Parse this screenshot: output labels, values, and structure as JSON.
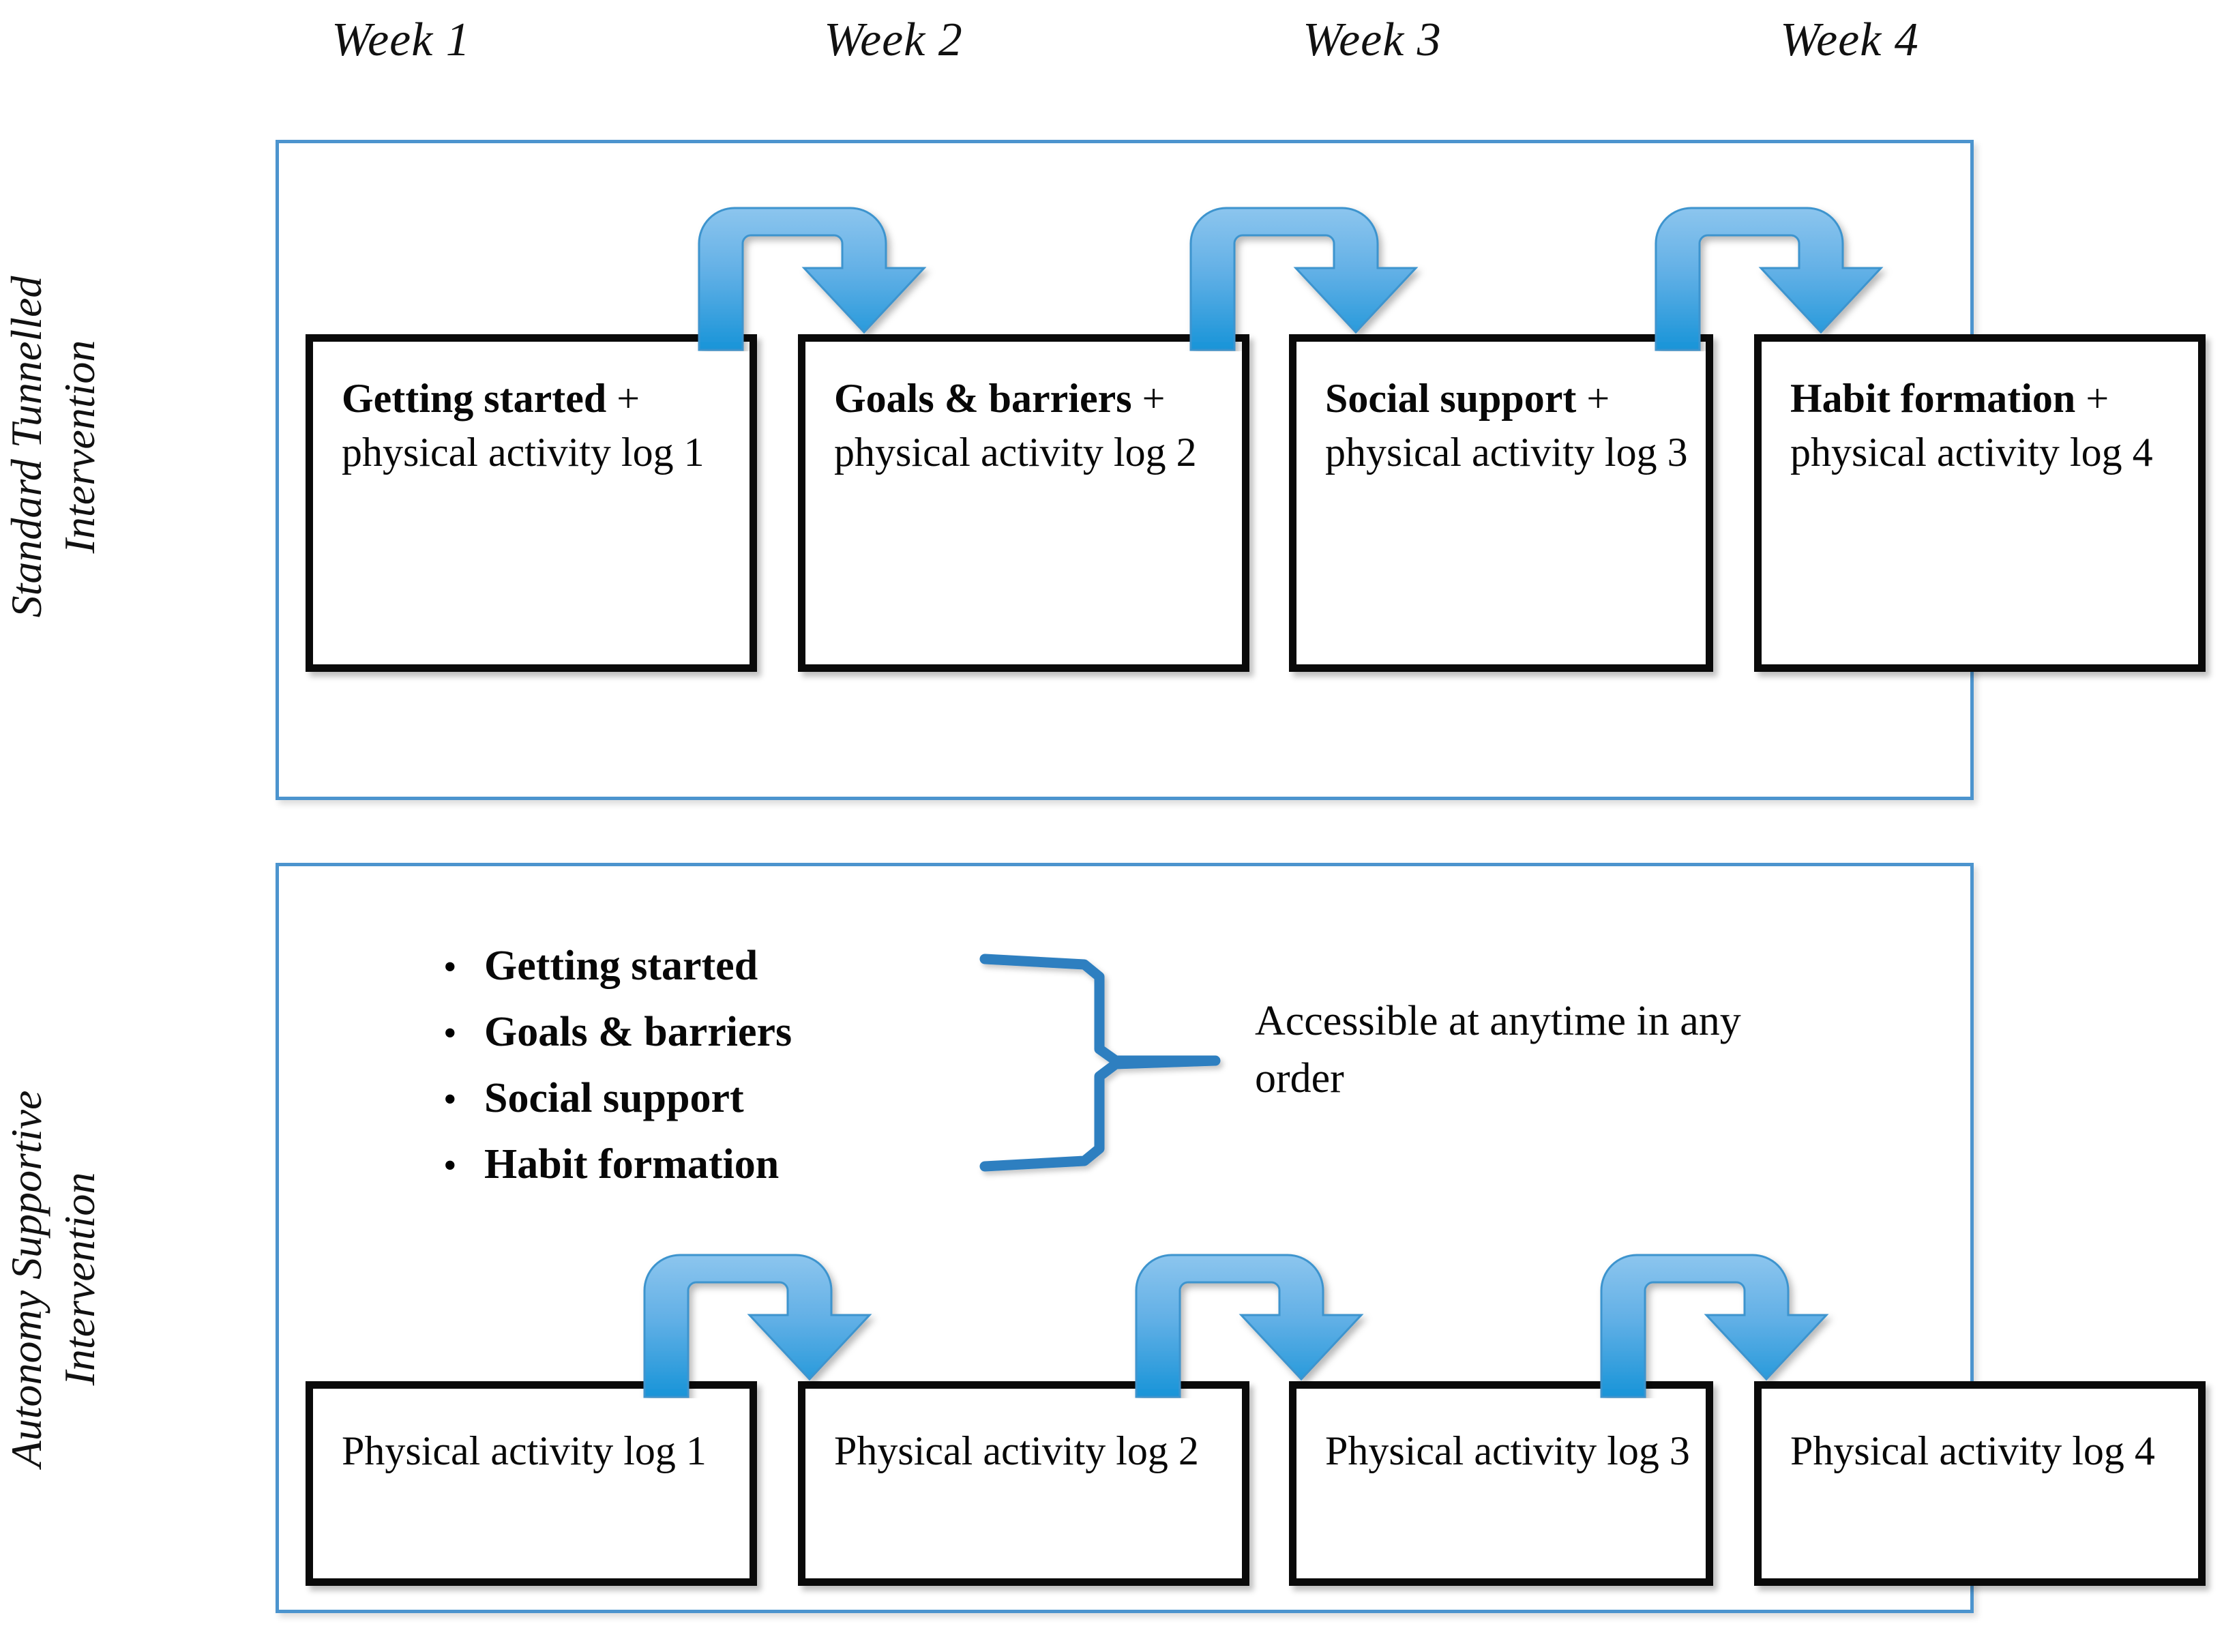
{
  "week_header": {
    "weeks": [
      {
        "label": "Week 1"
      },
      {
        "label": "Week 2"
      },
      {
        "label": "Week 3"
      },
      {
        "label": "Week 4"
      }
    ]
  },
  "rows": {
    "standard": {
      "side_label_line1": "Standard Tunnelled",
      "side_label_line2": "Intervention",
      "boxes": [
        {
          "title": "Getting started",
          "plus": " + ",
          "rest": "physical activity log 1"
        },
        {
          "title": "Goals & barriers",
          "plus": " + ",
          "rest": "physical activity log 2"
        },
        {
          "title": "Social support",
          "plus": " + ",
          "rest": "physical activity log 3"
        },
        {
          "title": "Habit formation",
          "plus": " + ",
          "rest": "physical activity log 4"
        }
      ]
    },
    "autonomy": {
      "side_label_line1": "Autonomy Supportive",
      "side_label_line2": "Intervention",
      "module_list": [
        {
          "bullet": "•",
          "label": "Getting started"
        },
        {
          "bullet": "•",
          "label": "Goals & barriers"
        },
        {
          "bullet": "•",
          "label": "Social support"
        },
        {
          "bullet": "•",
          "label": "Habit formation"
        }
      ],
      "access_note_line1": "Accessible at anytime in any",
      "access_note_line2": "order",
      "boxes": [
        {
          "title": "",
          "rest": "Physical activity log 1"
        },
        {
          "title": "",
          "rest": "Physical activity log 2"
        },
        {
          "title": "",
          "rest": "Physical activity log 3"
        },
        {
          "title": "",
          "rest": "Physical activity log 4"
        }
      ]
    }
  },
  "colors": {
    "panel_border": "#4C94CE",
    "box_border": "#0A0A0A",
    "arrow_light": "#7CBCEA",
    "arrow_dark": "#1894D8",
    "arrow_stroke": "#3E94CE",
    "brace": "#2E7FC0",
    "text": "#080808"
  },
  "icons": {
    "arrow": "curved-u-turn-arrow-icon",
    "brace": "right-curly-brace-icon",
    "bullet": "bullet-dot-icon"
  }
}
